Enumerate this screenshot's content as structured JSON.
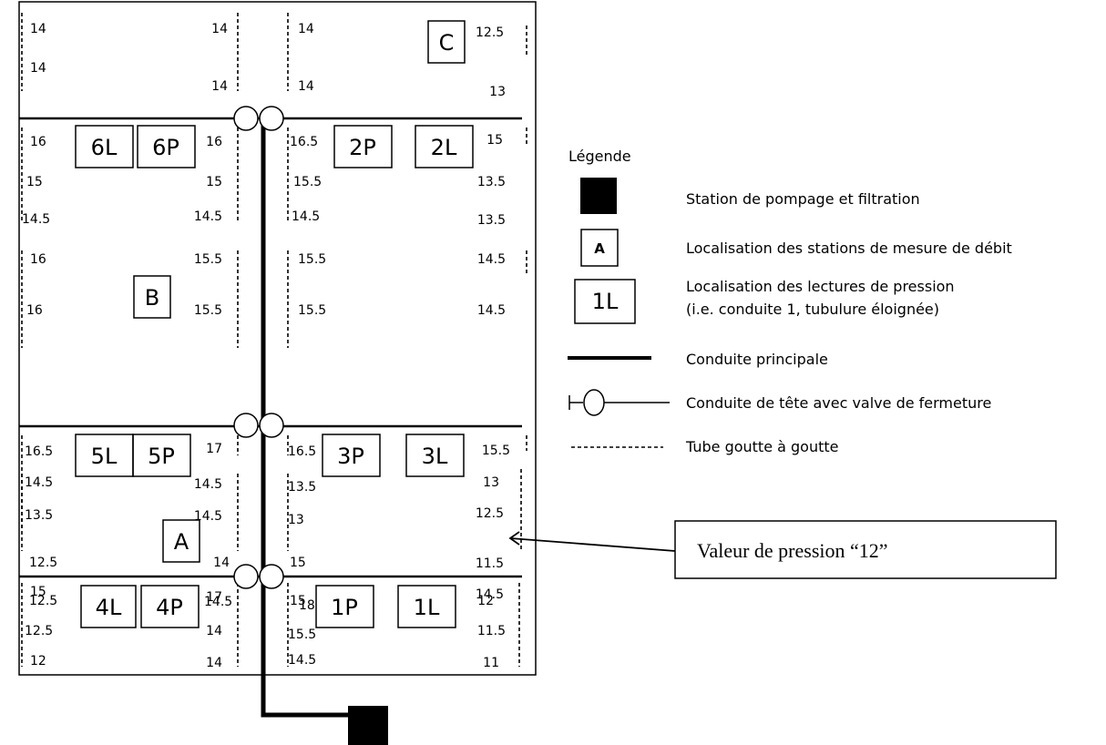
{
  "field_labels": [
    "6L",
    "6P",
    "2P",
    "2L",
    "B",
    "C",
    "5L",
    "5P",
    "3P",
    "3L",
    "A",
    "4L",
    "4P",
    "1P",
    "1L"
  ],
  "pressure_values": [
    "14",
    "14",
    "14",
    "14",
    "14",
    "14",
    "12.5",
    "13",
    "16",
    "16",
    "16.5",
    "15",
    "15",
    "15",
    "15.5",
    "13.5",
    "14.5",
    "14.5",
    "14.5",
    "13.5",
    "16",
    "15.5",
    "15.5",
    "14.5",
    "16",
    "15.5",
    "15.5",
    "14.5",
    "16.5",
    "17",
    "16.5",
    "15.5",
    "14.5",
    "14.5",
    "13.5",
    "13",
    "13.5",
    "14.5",
    "13",
    "12.5",
    "12.5",
    "14",
    "15",
    "11.5",
    "12.5",
    "14.5",
    "15",
    "12",
    "15",
    "17",
    "18",
    "14.5",
    "12.5",
    "14",
    "15.5",
    "11.5",
    "12",
    "14",
    "14.5",
    "11"
  ],
  "legend": {
    "title": "Légende",
    "items": [
      "Station de pompage et filtration",
      "Localisation des stations de mesure de débit",
      "Localisation des lectures de pression",
      "(i.e. conduite 1, tubulure éloignée)",
      "Conduite principale",
      "Conduite de tête avec valve de fermeture",
      "Tube goutte à goutte"
    ],
    "sample_station_label": "A",
    "sample_pressure_label": "1L"
  },
  "callout": {
    "text": "Valeur de pression “12”"
  }
}
